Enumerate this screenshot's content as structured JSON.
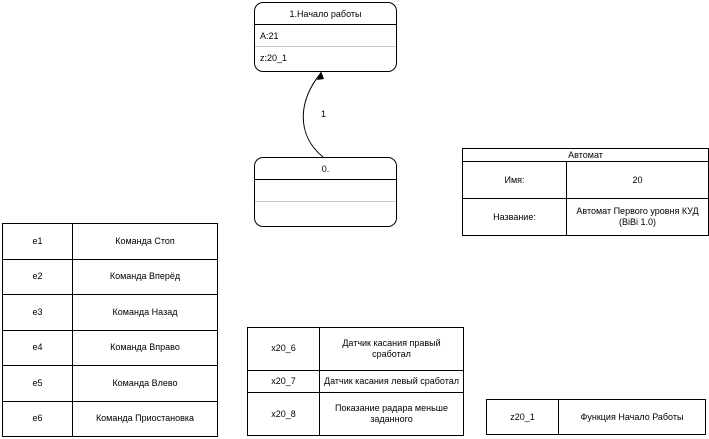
{
  "states": [
    {
      "title": "1.Начало работы",
      "lines": [
        "A:21",
        "z:20_1"
      ]
    },
    {
      "title": "0.",
      "lines": [
        "",
        ""
      ]
    }
  ],
  "transition": {
    "label": "1"
  },
  "automaton": {
    "header": "Автомат",
    "rows": [
      {
        "key": "Имя:",
        "value": "20"
      },
      {
        "key": "Название:",
        "value": "Автомат  Первого уровня КУД (BiBi 1.0)"
      }
    ]
  },
  "events": [
    {
      "code": "e1",
      "desc": "Команда Стоп"
    },
    {
      "code": "e2",
      "desc": "Команда Вперёд"
    },
    {
      "code": "e3",
      "desc": "Команда Назад"
    },
    {
      "code": "e4",
      "desc": "Команда Вправо"
    },
    {
      "code": "e5",
      "desc": "Команда Влево"
    },
    {
      "code": "e6",
      "desc": "Команда Приостановка"
    }
  ],
  "inputs": [
    {
      "code": "x20_6",
      "desc": "Датчик касания правый сработал"
    },
    {
      "code": "x20_7",
      "desc": "Датчик касания левый сработал"
    },
    {
      "code": "x20_8",
      "desc": "Показание радара меньше заданного"
    }
  ],
  "outputs": [
    {
      "code": "z20_1",
      "desc": "Функция Начало Работы"
    }
  ]
}
